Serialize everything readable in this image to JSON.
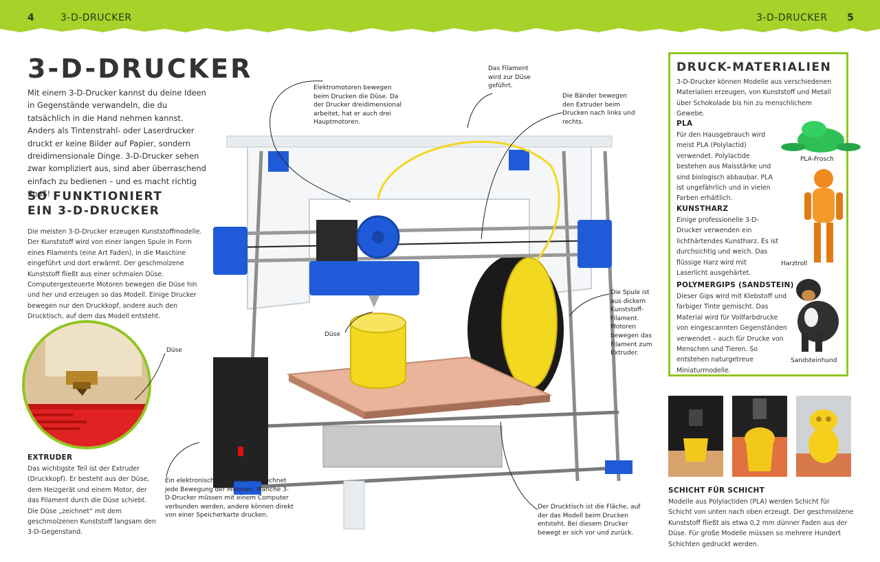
{
  "header": {
    "page_left": "4",
    "label_left": "3-D-DRUCKER",
    "label_right": "3-D-DRUCKER",
    "page_right": "5"
  },
  "title": "3-D-DRUCKER",
  "intro": "Mit einem 3-D-Drucker kannst du deine Ideen in Gegenstände verwandeln, die du tatsächlich in die Hand nehmen kannst. Anders als Tintenstrahl- oder Laserdrucker druckt er keine Bilder auf Papier, sondern dreidimensionale Dinge. 3-D-Drucker sehen zwar kompliziert aus, sind aber überraschend einfach zu bedienen – und es macht richtig Spaß!",
  "how": {
    "heading_line1": "SO FUNKTIONIERT",
    "heading_line2": "EIN 3-D-DRUCKER",
    "text": "Die meisten 3-D-Drucker erzeugen Kunststoffmodelle. Der Kunststoff wird von einer langen Spule in Form eines Filaments (eine Art Faden), in die Maschine eingeführt und dort erwärmt. Der geschmolzene Kunststoff fließt aus einer schmalen Düse. Computergesteuerte Motoren bewegen die Düse hin und her und erzeugen so das Modell. Einige Drucker bewegen nur den Druckkopf, andere auch den Drucktisch, auf dem das Modell entsteht."
  },
  "detail_label": "Düse",
  "extruder": {
    "heading": "EXTRUDER",
    "text": "Das wichtigste Teil ist der Extruder (Druckkopf). Er besteht aus der Düse, dem Heizgerät und einem Motor, der das Filament durch die Düse schiebt. Die Düse „zeichnet“ mit dem geschmolzenen Kunststoff langsam den 3-D-Gegenstand."
  },
  "callouts": {
    "motors": "Elektromotoren bewegen beim Drucken die Düse. Da der Drucker dreidimensional arbeitet, hat er auch drei Hauptmotoren.",
    "filament": "Das Filament wird zur Düse geführt.",
    "belts": "Die Bänder bewegen den Extruder beim Drucken nach links und rechts.",
    "spool": "Die Spule ist aus dickem Kunststoff-Filament. Motoren bewegen das Filament zum Extruder.",
    "nozzle": "Düse",
    "controller": "Ein elektronischer Controller berechnet jede Bewegung der Motoren. Manche 3-D-Drucker müssen mit einem Computer verbunden werden, andere können direkt von einer Speicherkarte drucken.",
    "bed": "Der Drucktisch ist die Fläche, auf der das Modell beim Drucken entsteht. Bei diesem Drucker bewegt er sich vor und zurück."
  },
  "materials": {
    "title": "DRUCK-MATERIALIEN",
    "intro": "3-D-Drucker können Modelle aus verschiedenen Materialien erzeugen, von Kunststoff und Metall über Schokolade bis hin zu menschlichem Gewebe.",
    "pla_heading": "PLA",
    "pla_text": "Für den Hausgebrauch wird meist PLA (Polylactid) verwendet. Polylactide bestehen aus Maisstärke und sind biologisch abbaubar. PLA ist ungefährlich und in vielen Farben erhältlich.",
    "pla_caption": "PLA-Frosch",
    "resin_heading": "KUNSTHARZ",
    "resin_text": "Einige professionelle 3-D-Drucker verwenden ein lichthärtendes Kunstharz. Es ist durchsichtig und weich. Das flüssige Harz wird mit Laserlicht ausgehärtet.",
    "resin_caption": "Harztroll",
    "gypsum_heading": "POLYMERGIPS (SANDSTEIN)",
    "gypsum_text": "Dieser Gips wird mit Klebstoff und farbiger Tinte gemischt. Das Material wird für Vollfarbdrucke von eingescannten Gegenständen verwendet – auch für Drucke von Menschen und Tieren. So entstehen naturgetreue Miniaturmodelle.",
    "gypsum_caption": "Sandsteinhund"
  },
  "layers": {
    "heading": "SCHICHT FÜR SCHICHT",
    "text": "Modelle aus Polylactiden (PLA) werden Schicht für Schicht von unten nach oben erzeugt. Der geschmolzene Kunststoff fließt als etwa 0,2 mm dünner Faden aus der Düse. Für große Modelle müssen so mehrere Hundert Schichten gedruckt werden."
  },
  "colors": {
    "accent_green": "#a6d22a",
    "printer_blue": "#1f5bd8",
    "filament_yellow": "#f2d81e",
    "bed_pink": "#e9b49a"
  }
}
